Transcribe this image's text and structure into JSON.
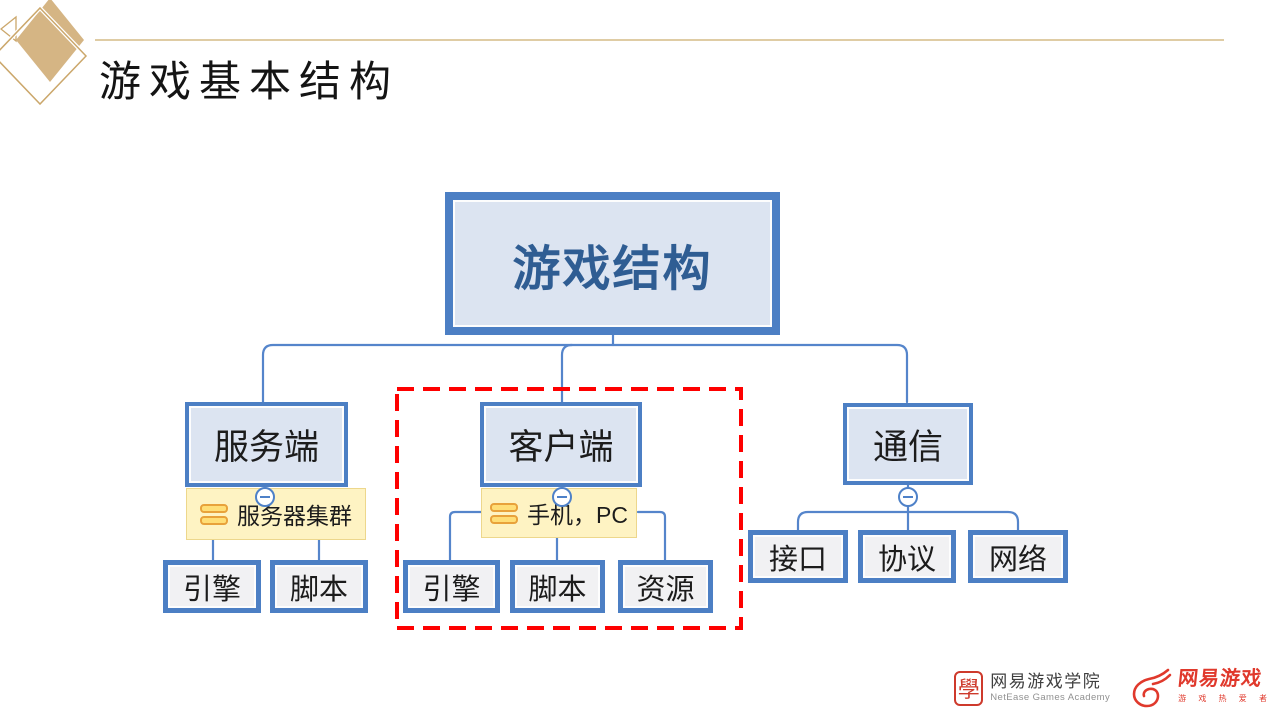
{
  "title": "游戏基本结构",
  "colors": {
    "accent_blue_border": "#4C7FC4",
    "connector_blue": "#5585CB",
    "parent_fill": "#DCE4F1",
    "leaf_fill": "#F1F1F3",
    "root_text_blue": "#2F5D93",
    "note_fill": "#FEF3C3",
    "note_border": "#EDD78C",
    "note_icon_orange": "#E8A23B",
    "highlight_red": "#FE0000",
    "decoration_gold": "#D5B584",
    "logo_red": "#CE3A2C"
  },
  "diagram": {
    "root_label": "游戏结构",
    "branches": [
      {
        "label": "服务端",
        "note": "服务器集群",
        "children": [
          "引擎",
          "脚本"
        ]
      },
      {
        "label": "客户端",
        "note": "手机，PC",
        "children": [
          "引擎",
          "脚本",
          "资源"
        ],
        "highlighted": true
      },
      {
        "label": "通信",
        "children": [
          "接口",
          "协议",
          "网络"
        ]
      }
    ]
  },
  "footer": {
    "academy_seal": "學",
    "academy_name": "网易游戏学院",
    "academy_sub": "NetEase Games Academy",
    "games_name": "网易游戏",
    "games_sub": "游 戏 热 爱 者"
  }
}
